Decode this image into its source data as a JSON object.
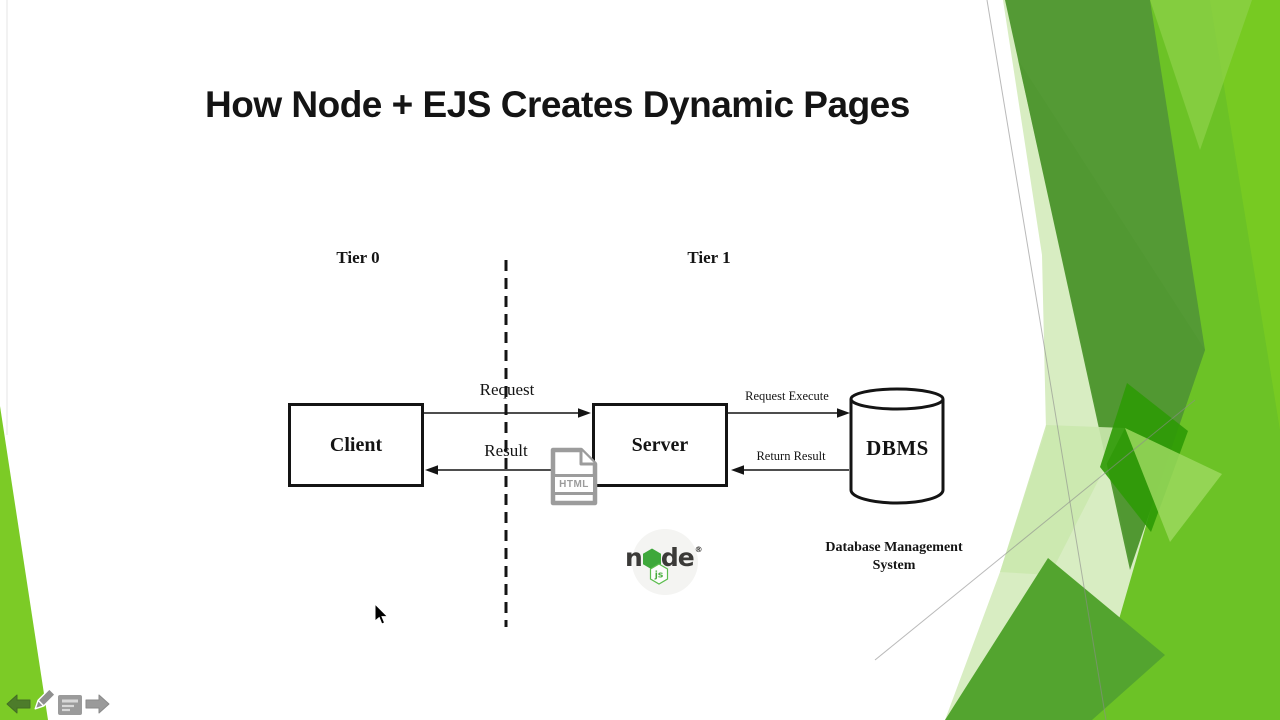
{
  "slide": {
    "title": "How Node + EJS Creates Dynamic Pages"
  },
  "diagram": {
    "tier_left_label": "Tier 0",
    "tier_right_label": "Tier 1",
    "client_label": "Client",
    "server_label": "Server",
    "dbms_label": "DBMS",
    "request_label": "Request",
    "result_label": "Result",
    "request_execute_label": "Request Execute",
    "return_result_label": "Return Result",
    "dbms_caption_line1": "Database Management",
    "dbms_caption_line2": "System",
    "html_file_label": "HTML"
  },
  "node_logo": {
    "word_prefix": "n",
    "word_suffix": "de",
    "registered_mark": "®",
    "js_badge_label": "js"
  },
  "colors": {
    "facet_bright_green": "#6CC226",
    "facet_lighter_green": "#79CB22",
    "facet_medium_green": "#549A35",
    "facet_pale_green": "#D8EDC2",
    "facet_dark_green": "#2E9A06",
    "left_wedge_green": "#7CCB26",
    "node_green": "#3EA83B",
    "icon_gray": "#9A9A9A",
    "nav_back_green": "#4D7C2B",
    "diagram_ink": "#141414"
  }
}
